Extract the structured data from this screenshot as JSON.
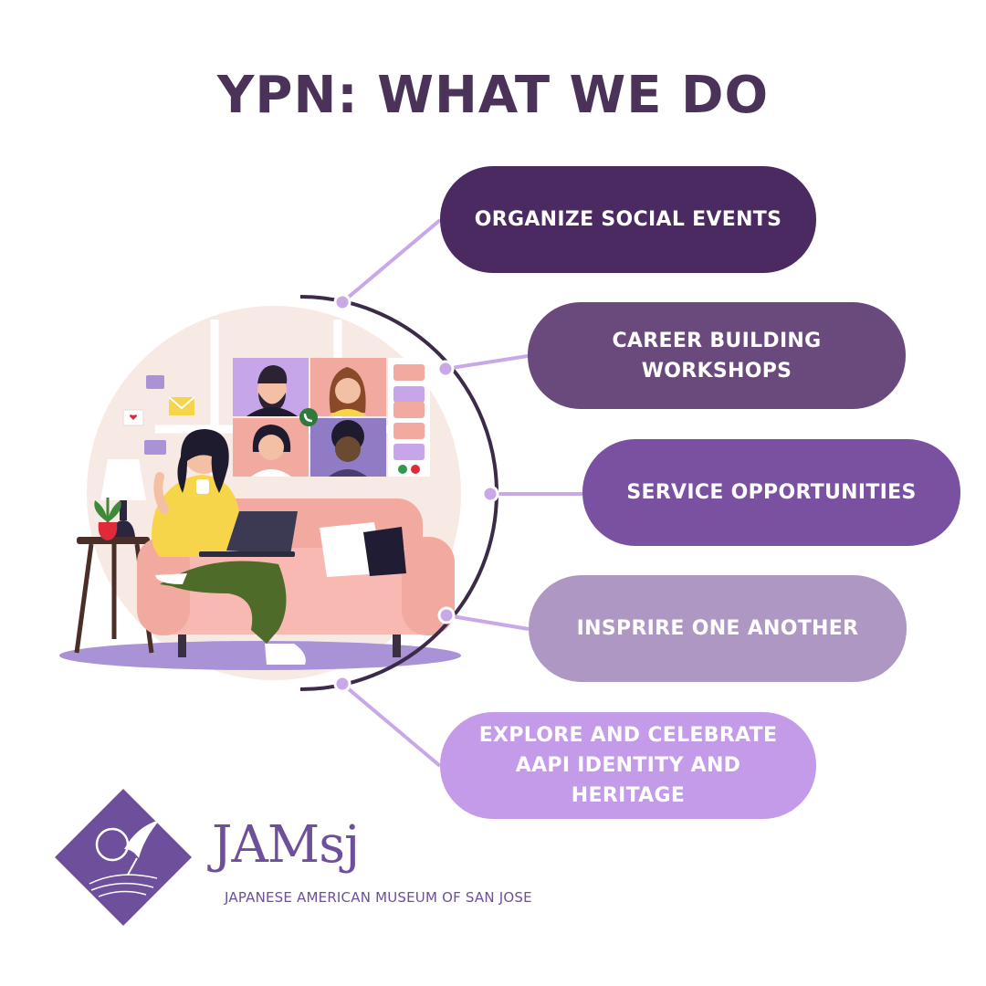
{
  "header": {
    "title": "YPN: WHAT WE DO"
  },
  "items": [
    {
      "label": "ORGANIZE SOCIAL EVENTS"
    },
    {
      "label": "CAREER BUILDING WORKSHOPS"
    },
    {
      "label": "SERVICE OPPORTUNITIES"
    },
    {
      "label": "INSPRIRE ONE ANOTHER"
    },
    {
      "label": "EXPLORE AND CELEBRATE AAPI IDENTITY AND HERITAGE"
    }
  ],
  "illustration": {
    "name": "woman-video-call-on-sofa"
  },
  "logo": {
    "name": "JAMsj",
    "subtitle": "JAPANESE AMERICAN MUSEUM OF SAN JOSE",
    "icon": "crane-moon-diamond-icon"
  },
  "colors": {
    "title": "#4a3259",
    "pill1": "#4b2a61",
    "pill2": "#6a4a7d",
    "pill3": "#7a50a1",
    "pill4": "#ae98c3",
    "pill5": "#c39be8",
    "connector": "#c9a8e8",
    "arc": "#3b2a48",
    "logo": "#6e4f9b"
  }
}
